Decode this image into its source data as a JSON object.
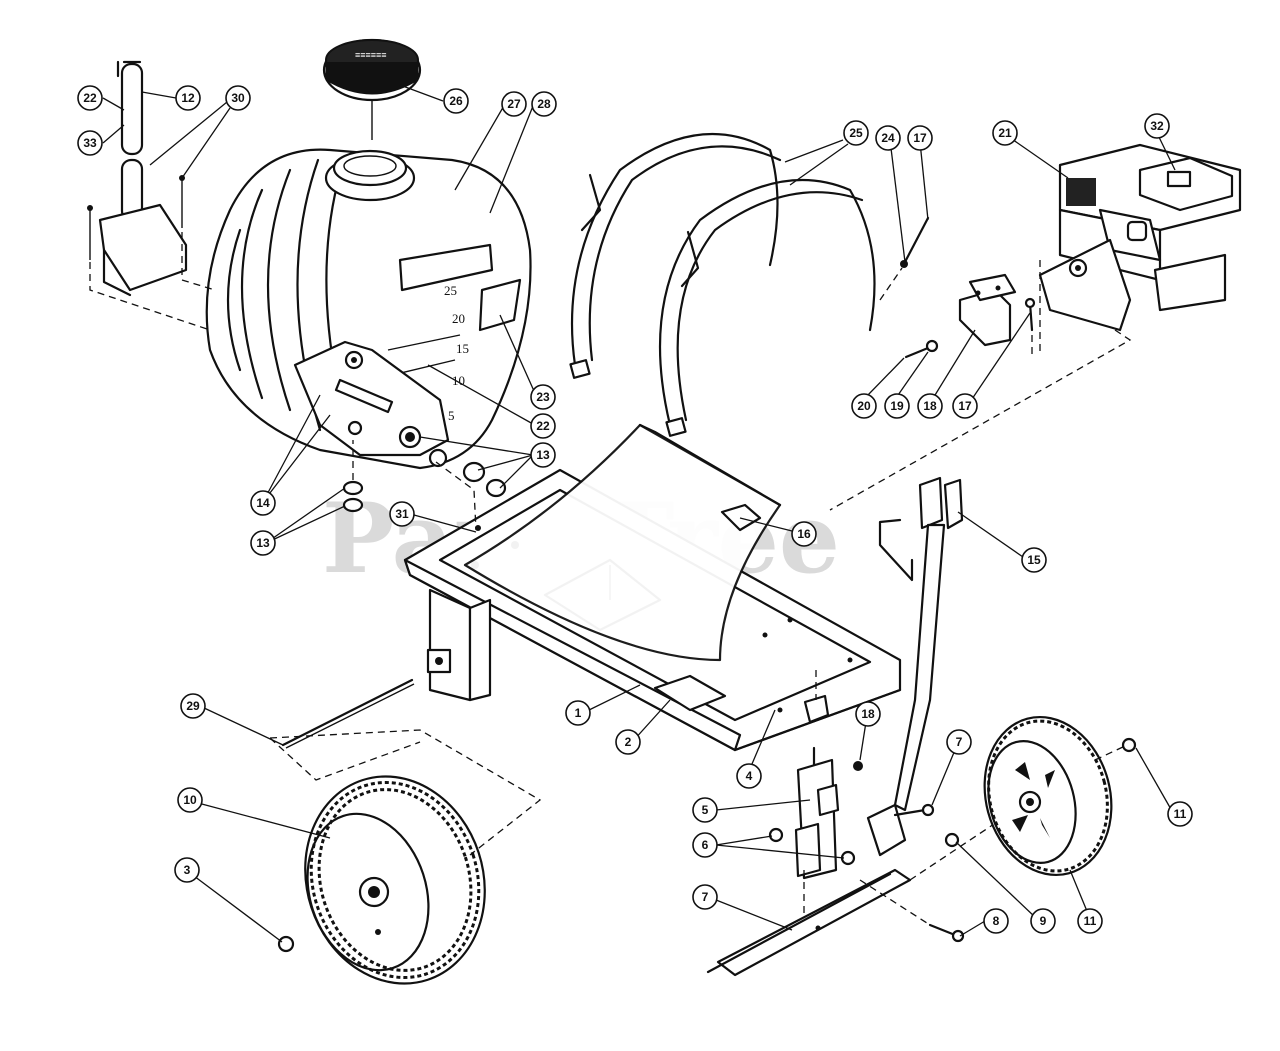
{
  "watermark": "PartsTree",
  "callouts": [
    "22",
    "12",
    "33",
    "30",
    "26",
    "27",
    "28",
    "25",
    "24",
    "17",
    "21",
    "32",
    "20",
    "19",
    "18",
    "17",
    "23",
    "22",
    "13",
    "14",
    "13",
    "31",
    "16",
    "15",
    "29",
    "1",
    "2",
    "4",
    "18",
    "7",
    "11",
    "10",
    "3",
    "5",
    "6",
    "7",
    "8",
    "9",
    "11"
  ],
  "tank_gauge_marks": [
    "25",
    "20",
    "15",
    "10",
    "5"
  ]
}
